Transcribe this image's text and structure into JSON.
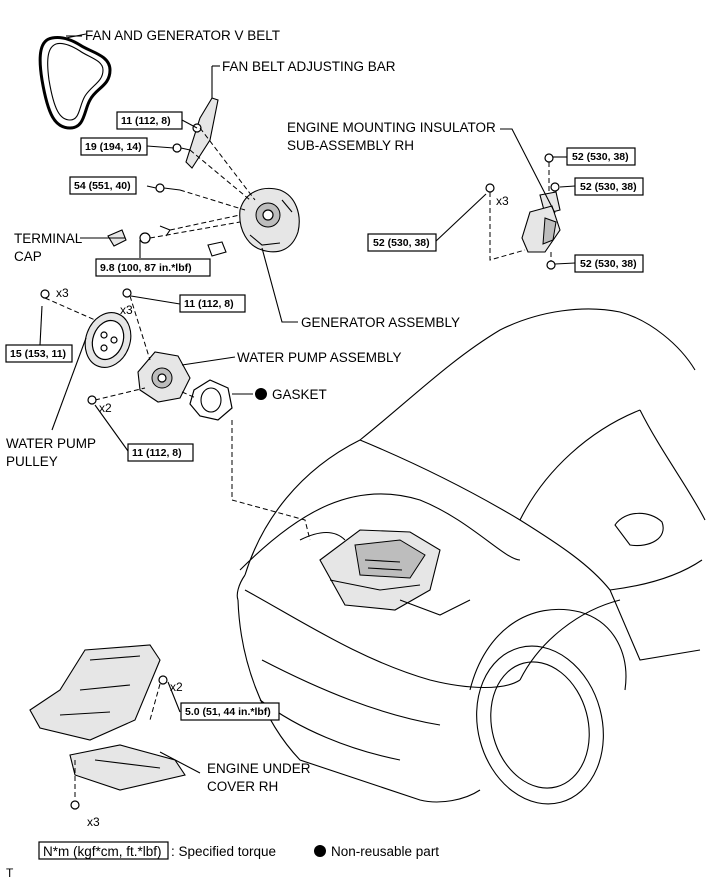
{
  "labels": {
    "fan_belt": "FAN AND GENERATOR V BELT",
    "adjusting_bar": "FAN BELT ADJUSTING BAR",
    "mount_line1": "ENGINE MOUNTING INSULATOR",
    "mount_line2": "SUB-ASSEMBLY RH",
    "terminal_line1": "TERMINAL",
    "terminal_line2": "CAP",
    "generator": "GENERATOR ASSEMBLY",
    "water_pump": "WATER PUMP ASSEMBLY",
    "gasket": "GASKET",
    "pulley_line1": "WATER PUMP",
    "pulley_line2": "PULLEY",
    "under_line1": "ENGINE UNDER",
    "under_line2": "COVER RH"
  },
  "torques": {
    "adj_top": "11 (112, 8)",
    "adj_pivot": "19 (194, 14)",
    "gen_bolt": "54 (551, 40)",
    "terminal": "9.8 (100, 87 in.*lbf)",
    "pump_bolt": "11 (112, 8)",
    "pulley_bolt": "15 (153, 11)",
    "pump_lower": "11 (112, 8)",
    "mount_top": "52 (530, 38)",
    "mount_mid": "52 (530, 38)",
    "mount_left": "52 (530, 38)",
    "mount_bottom": "52 (530, 38)",
    "under_cover": "5.0 (51, 44 in.*lbf)"
  },
  "quantities": {
    "pulley": "x3",
    "pump": "x3",
    "pump_lower": "x2",
    "mount": "x3",
    "under_side": "x2",
    "under_bottom": "x3"
  },
  "legend": {
    "unit": "N*m (kgf*cm, ft.*lbf)",
    "specified": ": Specified torque",
    "nonreusable": "Non-reusable part"
  },
  "corner_mark": "T"
}
